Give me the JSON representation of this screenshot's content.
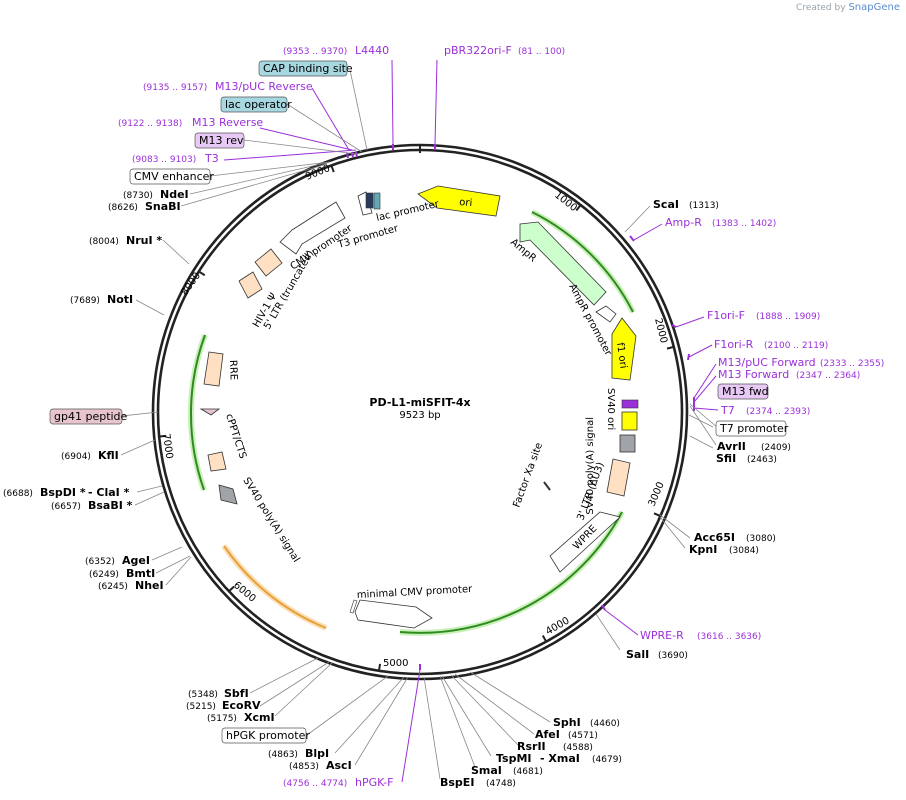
{
  "credit": {
    "prefix": "Created by",
    "brand": "SnapGene"
  },
  "plasmid": {
    "name": "PD-L1-miSFIT-4x",
    "size": "9523 bp"
  },
  "ticks": [
    "1000",
    "2000",
    "3000",
    "4000",
    "5000",
    "6000",
    "7000",
    "8000",
    "9000"
  ],
  "colors": {
    "primer": "#9b30d9",
    "enzyme": "#000000",
    "leader": "#888888",
    "green": "#2e8b1f",
    "orange": "#e8a13a",
    "yellow": "#ffff00",
    "amp": "#ccffcc",
    "ltr": "#ffe0c2",
    "polyA": "#a0a4a8",
    "feature_box": "#a7d7e0",
    "primer_box": "#e8c8f5",
    "gp41_box": "#e8c4cc"
  },
  "features_ring": [
    {
      "label": "ori"
    },
    {
      "label": "AmpR"
    },
    {
      "label": "AmpR promoter"
    },
    {
      "label": "f1 ori"
    },
    {
      "label": "SV40 ori"
    },
    {
      "label": "SV40 poly(A) signal"
    },
    {
      "label": "3' LTR (ΔU3)"
    },
    {
      "label": "Factor Xa site"
    },
    {
      "label": "WPRE"
    },
    {
      "label": "minimal CMV promoter"
    },
    {
      "label": "SV40 poly(A) signal"
    },
    {
      "label": "cPPT/CTS"
    },
    {
      "label": "RRE"
    },
    {
      "label": "HIV-1 Ψ"
    },
    {
      "label": "5' LTR (truncated)"
    },
    {
      "label": "CMV promoter"
    },
    {
      "label": "T3 promoter"
    },
    {
      "label": "lac promoter"
    }
  ],
  "outer_labels": {
    "primers": [
      {
        "range": "(9353 .. 9370)",
        "name": "L4440"
      },
      {
        "range": "(81 .. 100)",
        "name": "pBR322ori-F"
      },
      {
        "range": "(9135 .. 9157)",
        "name": "M13/pUC Reverse"
      },
      {
        "range": "(9122 .. 9138)",
        "name": "M13 Reverse"
      },
      {
        "range": "(9083 .. 9103)",
        "name": "T3"
      },
      {
        "range": "(1383 .. 1402)",
        "name": "Amp-R"
      },
      {
        "range": "(1888 .. 1909)",
        "name": "F1ori-F"
      },
      {
        "range": "(2100 .. 2119)",
        "name": "F1ori-R"
      },
      {
        "range": "(2333 .. 2355)",
        "name": "M13/pUC Forward"
      },
      {
        "range": "(2347 .. 2364)",
        "name": "M13 Forward"
      },
      {
        "range": "(2374 .. 2393)",
        "name": "T7"
      },
      {
        "range": "(3616 .. 3636)",
        "name": "WPRE-R"
      },
      {
        "range": "(4756 .. 4774)",
        "name": "hPGK-F"
      }
    ],
    "boxes": [
      {
        "name": "CAP binding site"
      },
      {
        "name": "lac operator"
      },
      {
        "name": "M13 rev"
      },
      {
        "name": "CMV enhancer"
      },
      {
        "name": "gp41 peptide"
      },
      {
        "name": "M13 fwd"
      },
      {
        "name": "T7 promoter"
      },
      {
        "name": "hPGK promoter"
      }
    ],
    "enzymes": [
      {
        "pos": "(8730)",
        "name": "NdeI"
      },
      {
        "pos": "(8626)",
        "name": "SnaBI"
      },
      {
        "pos": "(8004)",
        "name": "NruI *"
      },
      {
        "pos": "(7689)",
        "name": "NotI"
      },
      {
        "pos": "(6904)",
        "name": "KflI"
      },
      {
        "pos": "(6688)",
        "name": "BspDI *"
      },
      {
        "pos": "",
        "name": "- ClaI *"
      },
      {
        "pos": "(6657)",
        "name": "BsaBI *"
      },
      {
        "pos": "(6352)",
        "name": "AgeI"
      },
      {
        "pos": "(6249)",
        "name": "BmtI"
      },
      {
        "pos": "(6245)",
        "name": "NheI"
      },
      {
        "pos": "(5348)",
        "name": "SbfI"
      },
      {
        "pos": "(5215)",
        "name": "EcoRV"
      },
      {
        "pos": "(5175)",
        "name": "XcmI"
      },
      {
        "pos": "(4863)",
        "name": "BlpI"
      },
      {
        "pos": "(4853)",
        "name": "AscI"
      },
      {
        "pos": "(4748)",
        "name": "BspEI"
      },
      {
        "pos": "(4681)",
        "name": "SmaI"
      },
      {
        "pos": "(4679)",
        "name": "TspMI"
      },
      {
        "pos": "",
        "name": "- XmaI"
      },
      {
        "pos": "(4588)",
        "name": "RsrII"
      },
      {
        "pos": "(4571)",
        "name": "AfeI"
      },
      {
        "pos": "(4460)",
        "name": "SphI"
      },
      {
        "pos": "(3690)",
        "name": "SalI"
      },
      {
        "pos": "(3084)",
        "name": "KpnI"
      },
      {
        "pos": "(3080)",
        "name": "Acc65I"
      },
      {
        "pos": "(2463)",
        "name": "SfiI"
      },
      {
        "pos": "(2409)",
        "name": "AvrII"
      },
      {
        "pos": "(1313)",
        "name": "ScaI"
      }
    ]
  }
}
